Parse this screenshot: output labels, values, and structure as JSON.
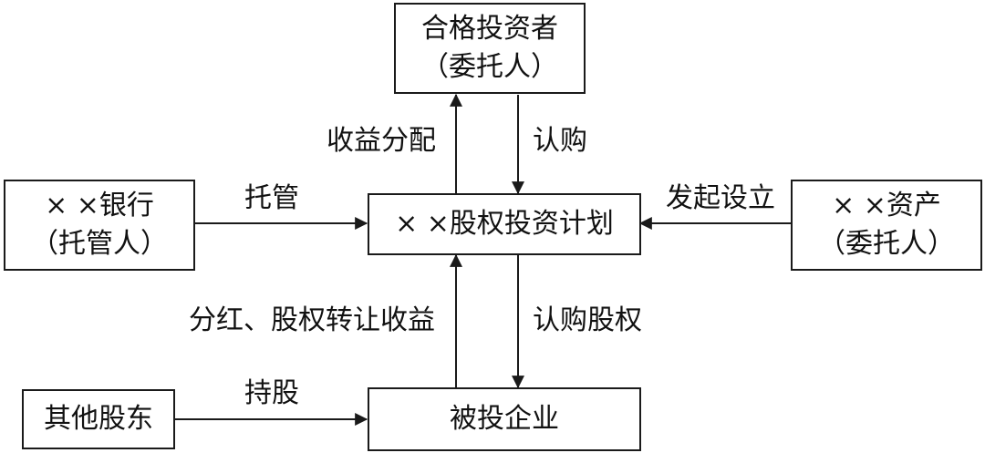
{
  "nodes": {
    "investor": {
      "line1": "合格投资者",
      "line2": "（委托人）"
    },
    "bank": {
      "line1": "× ×银行",
      "line2": "（托管人）"
    },
    "plan": {
      "line1": "× ×股权投资计划"
    },
    "asset": {
      "line1": "× ×资产",
      "line2": "（委托人）"
    },
    "shareholders": {
      "line1": "其他股东"
    },
    "company": {
      "line1": "被投企业"
    }
  },
  "edges": {
    "distribution": "收益分配",
    "subscribe": "认购",
    "custody": "托管",
    "initiate": "发起设立",
    "dividend": "分红、股权转让收益",
    "subscribe_equity": "认购股权",
    "hold": "持股"
  }
}
